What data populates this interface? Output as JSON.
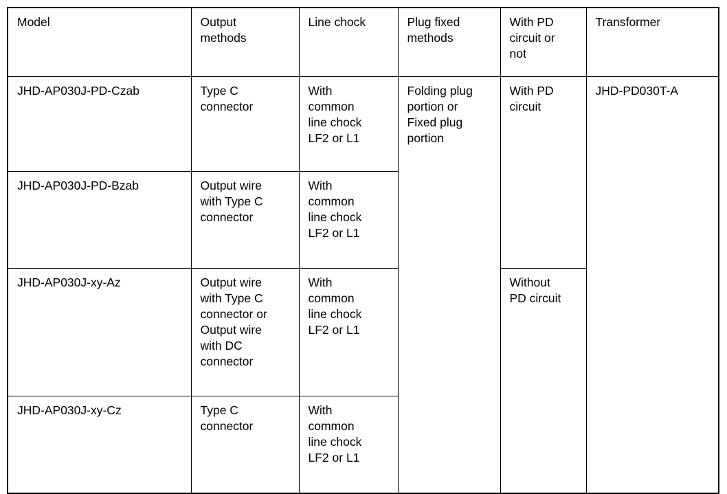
{
  "table": {
    "columns": [
      {
        "key": "model",
        "header": "Model"
      },
      {
        "key": "output",
        "header": "Output\nmethods"
      },
      {
        "key": "chock",
        "header": "Line chock"
      },
      {
        "key": "plug",
        "header": "Plug fixed\nmethods"
      },
      {
        "key": "pd",
        "header": "With PD\ncircuit or\nnot"
      },
      {
        "key": "transformer",
        "header": "Transformer"
      }
    ],
    "rows": [
      {
        "model": "JHD-AP030J-PD-Czab",
        "output": "Type C\nconnector",
        "chock": "With\ncommon\nline chock\nLF2 or L1",
        "plug": "Folding plug\nportion or\nFixed plug\nportion",
        "pd": "With PD\ncircuit",
        "transformer": "JHD-PD030T-A"
      },
      {
        "model": "JHD-AP030J-PD-Bzab",
        "output": "Output wire\nwith Type C\nconnector",
        "chock": "With\ncommon\nline chock\nLF2 or L1"
      },
      {
        "model": "JHD-AP030J-xy-Az",
        "output": "Output wire\nwith Type C\nconnector or\nOutput wire\nwith DC\nconnector",
        "chock": "With\ncommon\nline chock\nLF2 or L1",
        "pd": "Without\nPD circuit"
      },
      {
        "model": "JHD-AP030J-xy-Cz",
        "output": "Type C\nconnector",
        "chock": "With\ncommon\nline chock\nLF2 or L1"
      }
    ]
  },
  "style": {
    "border_color": "#000000",
    "text_color": "#000000",
    "background": "#ffffff"
  }
}
